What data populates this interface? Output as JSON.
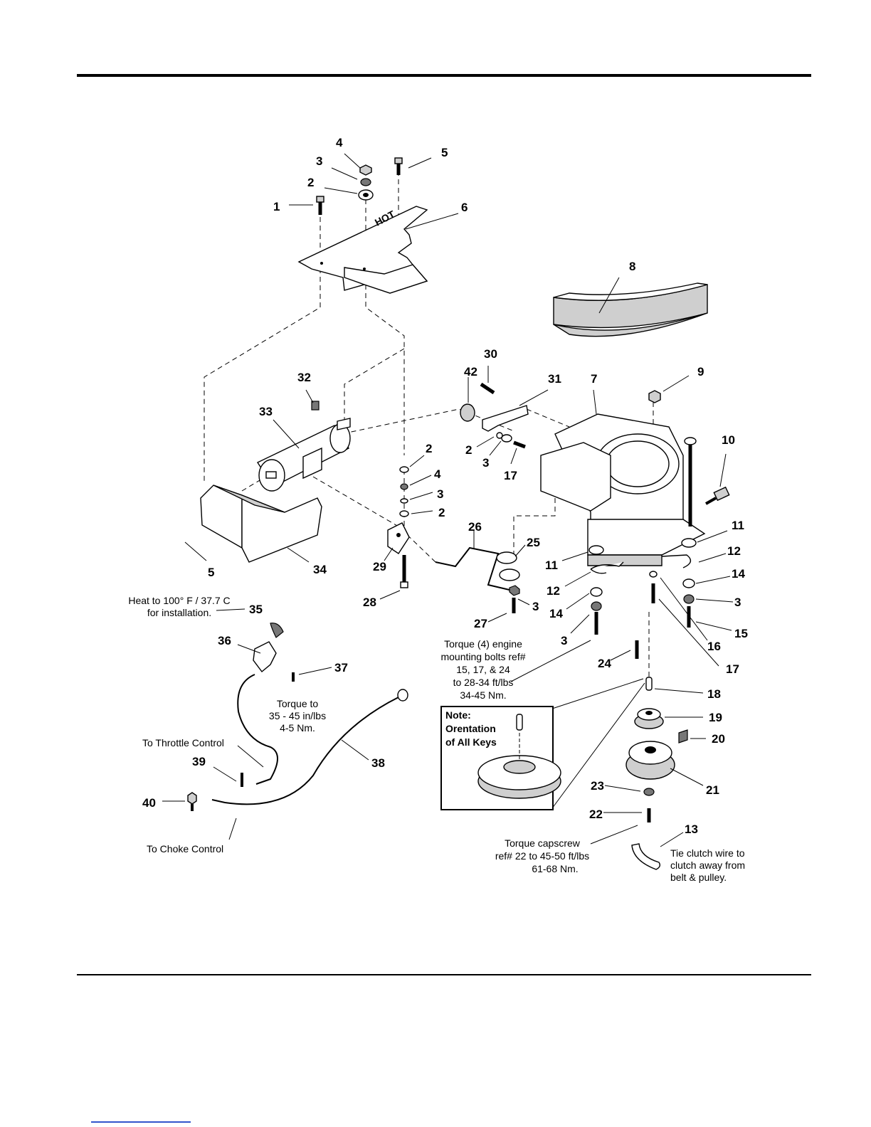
{
  "callouts": {
    "c1": "1",
    "c2a": "2",
    "c3a": "3",
    "c4a": "4",
    "c5a": "5",
    "c6": "6",
    "c8": "8",
    "c30": "30",
    "c42": "42",
    "c31": "31",
    "c7": "7",
    "c9": "9",
    "c32": "32",
    "c33": "33",
    "c10": "10",
    "c2b": "2",
    "c4b": "4",
    "c3b": "3",
    "c2c": "2",
    "c2d": "2",
    "c3c": "3",
    "c17a": "17",
    "c26": "26",
    "c25": "25",
    "c11a": "11",
    "c11b": "11",
    "c12a": "12",
    "c12b": "12",
    "c14a": "14",
    "c14b": "14",
    "c3d": "3",
    "c3e": "3",
    "c15": "15",
    "c16": "16",
    "c17b": "17",
    "c24": "24",
    "c18": "18",
    "c19": "19",
    "c20": "20",
    "c21": "21",
    "c23": "23",
    "c22": "22",
    "c13": "13",
    "c5b": "5",
    "c34": "34",
    "c29": "29",
    "c28": "28",
    "c27": "27",
    "c3f": "3",
    "c35": "35",
    "c36": "36",
    "c37": "37",
    "c38": "38",
    "c39": "39",
    "c40": "40"
  },
  "notes": {
    "heat_line1": "Heat to 100° F / 37.7 C",
    "heat_line2": "for installation.",
    "torque37_line1": "Torque to",
    "torque37_line2": "35 - 45 in/lbs",
    "torque37_line3": "4-5 Nm.",
    "throttle": "To Throttle Control",
    "choke": "To Choke Control",
    "engine_torque_line1": "Torque (4) engine",
    "engine_torque_line2": "mounting bolts ref#",
    "engine_torque_line3": "15, 17, & 24",
    "engine_torque_line4": "to 28-34 ft/lbs",
    "engine_torque_line5": "34-45 Nm.",
    "keys_line1": "Note:",
    "keys_line2": "Orentation",
    "keys_line3": "of All Keys",
    "capscrew_line1": "Torque capscrew",
    "capscrew_line2": "ref# 22 to 45-50 ft/lbs",
    "capscrew_line3": "61-68 Nm.",
    "tie_line1": "Tie clutch wire to",
    "tie_line2": "clutch away from",
    "tie_line3": "belt & pulley.",
    "shield_mark": "HOT"
  }
}
